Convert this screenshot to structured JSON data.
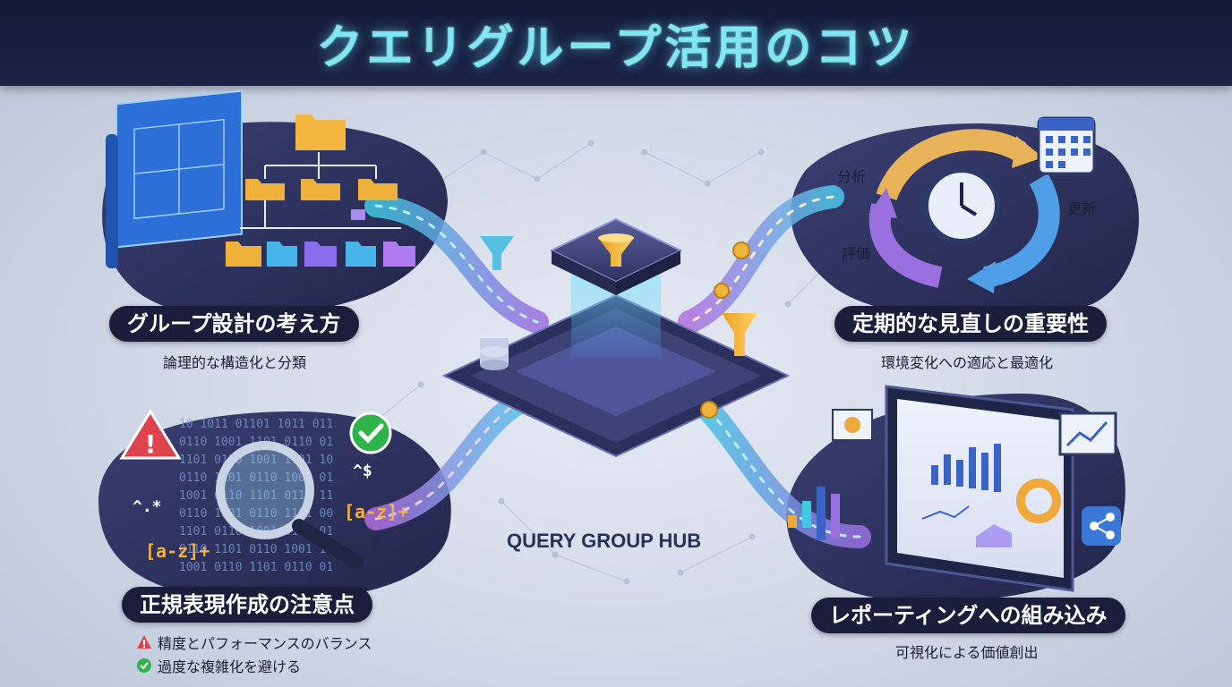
{
  "title": "クエリグループ活用のコツ",
  "hub_label": "QUERY GROUP HUB",
  "sections": {
    "design": {
      "title": "グループ設計の考え方",
      "subtitle": "論理的な構造化と分類"
    },
    "review": {
      "title": "定期的な見直しの重要性",
      "subtitle": "環境変化への適応と最適化",
      "cycle_labels": [
        "分析",
        "更新",
        "評価"
      ]
    },
    "regex": {
      "title": "正規表現作成の注意点",
      "notes": [
        {
          "icon": "warning-icon",
          "text": "精度とパフォーマンスのバランス"
        },
        {
          "icon": "check-icon",
          "text": "過度な複雑化を避ける"
        }
      ],
      "snippets": [
        "^.*",
        "^$",
        "[a-z]+",
        "[a-z]+"
      ]
    },
    "reporting": {
      "title": "レポーティングへの組み込み",
      "subtitle": "可視化による価値創出"
    }
  },
  "colors": {
    "header_bg": "#151a38",
    "title_glow": "#7fe6f2",
    "pill_bg": "#1a1e3a",
    "stream_cyan": "#4fd6ea",
    "stream_purple": "#a978e8",
    "blob_dark": "#2a2f58"
  }
}
